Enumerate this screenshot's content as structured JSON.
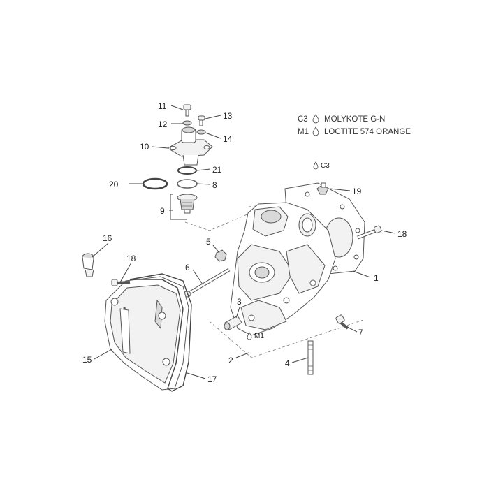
{
  "legend": [
    {
      "code": "C3",
      "text": "MOLYKOTE G-N"
    },
    {
      "code": "M1",
      "text": "LOCTITE 574 ORANGE"
    }
  ],
  "callouts": {
    "p1": "1",
    "p2": "2",
    "p3": "3",
    "p4": "4",
    "p5": "5",
    "p6": "6",
    "p7": "7",
    "p8": "8",
    "p9": "9",
    "p10": "10",
    "p11": "11",
    "p12": "12",
    "p13": "13",
    "p14": "14",
    "p15": "15",
    "p16": "16",
    "p17": "17",
    "p18a": "18",
    "p18b": "18",
    "p19": "19",
    "p20": "20",
    "p21": "21"
  },
  "markers": {
    "c3": "C3",
    "m1": "M1"
  }
}
